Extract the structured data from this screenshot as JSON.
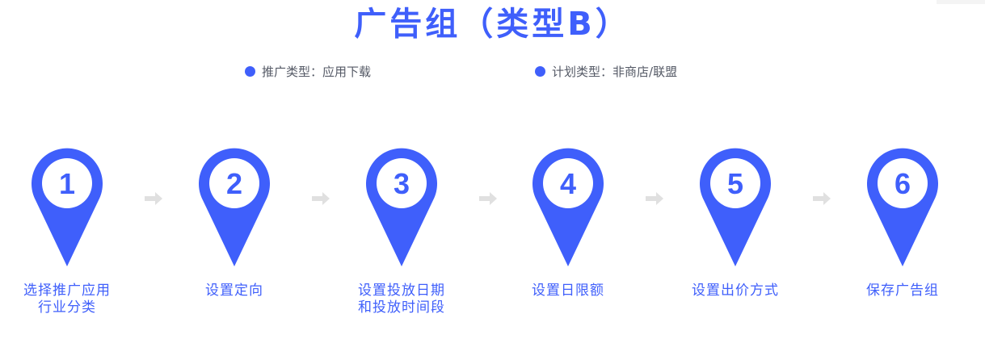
{
  "title": "广告组（类型B）",
  "meta": [
    {
      "label": "推广类型：",
      "value": "应用下载"
    },
    {
      "label": "计划类型：",
      "value": "非商店/联盟"
    }
  ],
  "colors": {
    "accent": "#3f5ffb",
    "arrow": "#e0e0e0",
    "meta_text": "#555a66"
  },
  "steps": [
    {
      "number": "1",
      "label": "选择推广应用\n行业分类"
    },
    {
      "number": "2",
      "label": "设置定向"
    },
    {
      "number": "3",
      "label": "设置投放日期\n和投放时间段"
    },
    {
      "number": "4",
      "label": "设置日限额"
    },
    {
      "number": "5",
      "label": "设置出价方式"
    },
    {
      "number": "6",
      "label": "保存广告组"
    }
  ]
}
